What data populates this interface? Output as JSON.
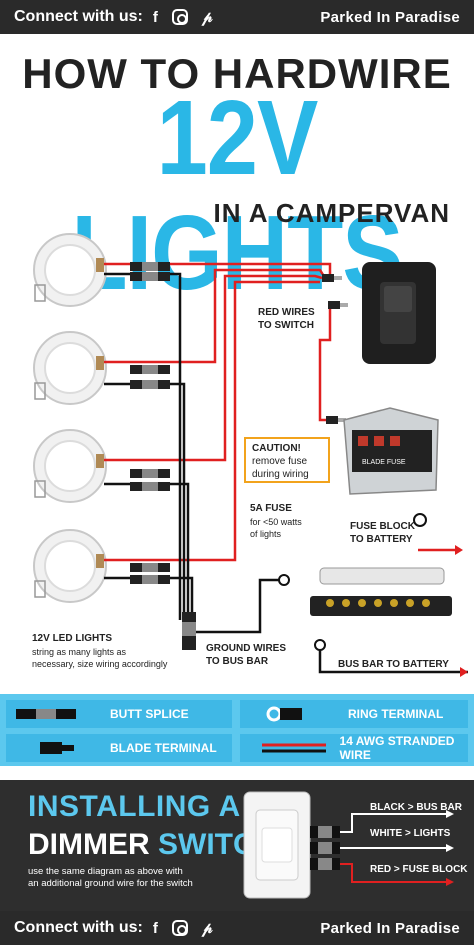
{
  "header": {
    "connect": "Connect with us:",
    "brand": "Parked In Paradise",
    "social_icons": [
      "facebook-icon",
      "instagram-icon",
      "pinterest-icon"
    ]
  },
  "title": {
    "line1": "HOW TO HARDWIRE",
    "line2": "12V LIGHTS",
    "line3": "IN A CAMPERVAN"
  },
  "labels": {
    "red_wires": "RED WIRES",
    "to_switch": "TO SWITCH",
    "caution_title": "CAUTION!",
    "caution_line1": "remove fuse",
    "caution_line2": "during wiring",
    "fuse_title": "5A FUSE",
    "fuse_line1": "for <50 watts",
    "fuse_line2": "of lights",
    "fuse_block": "FUSE BLOCK",
    "to_battery": "TO BATTERY",
    "blade_fuse": "BLADE FUSE",
    "led_title": "12V LED LIGHTS",
    "led_line1": "string as many lights as",
    "led_line2": "necessary, size wiring accordingly",
    "ground_wires": "GROUND WIRES",
    "to_bus_bar": "TO BUS BAR",
    "bus_bar_battery": "BUS BAR TO BATTERY"
  },
  "legend": {
    "butt_splice": "BUTT SPLICE",
    "ring_terminal": "RING TERMINAL",
    "blade_terminal": "BLADE TERMINAL",
    "awg_wire": "14 AWG STRANDED WIRE"
  },
  "dimmer": {
    "title1": "INSTALLING A",
    "title2a": "DIMMER ",
    "title2b": "SWITCH",
    "note1": "use the same diagram as above with",
    "note2": "an additional ground wire for the switch",
    "black": "BLACK > BUS BAR",
    "white": "WHITE > LIGHTS",
    "red": "RED > FUSE BLOCK"
  },
  "footer": {
    "connect": "Connect with us:",
    "brand": "Parked In Paradise"
  },
  "colors": {
    "accent": "#2ab7e6",
    "red_wire": "#e02020",
    "dark": "#2a2a2a",
    "legend_bg": "#5cc8ee",
    "caution_border": "#f2a31c"
  }
}
